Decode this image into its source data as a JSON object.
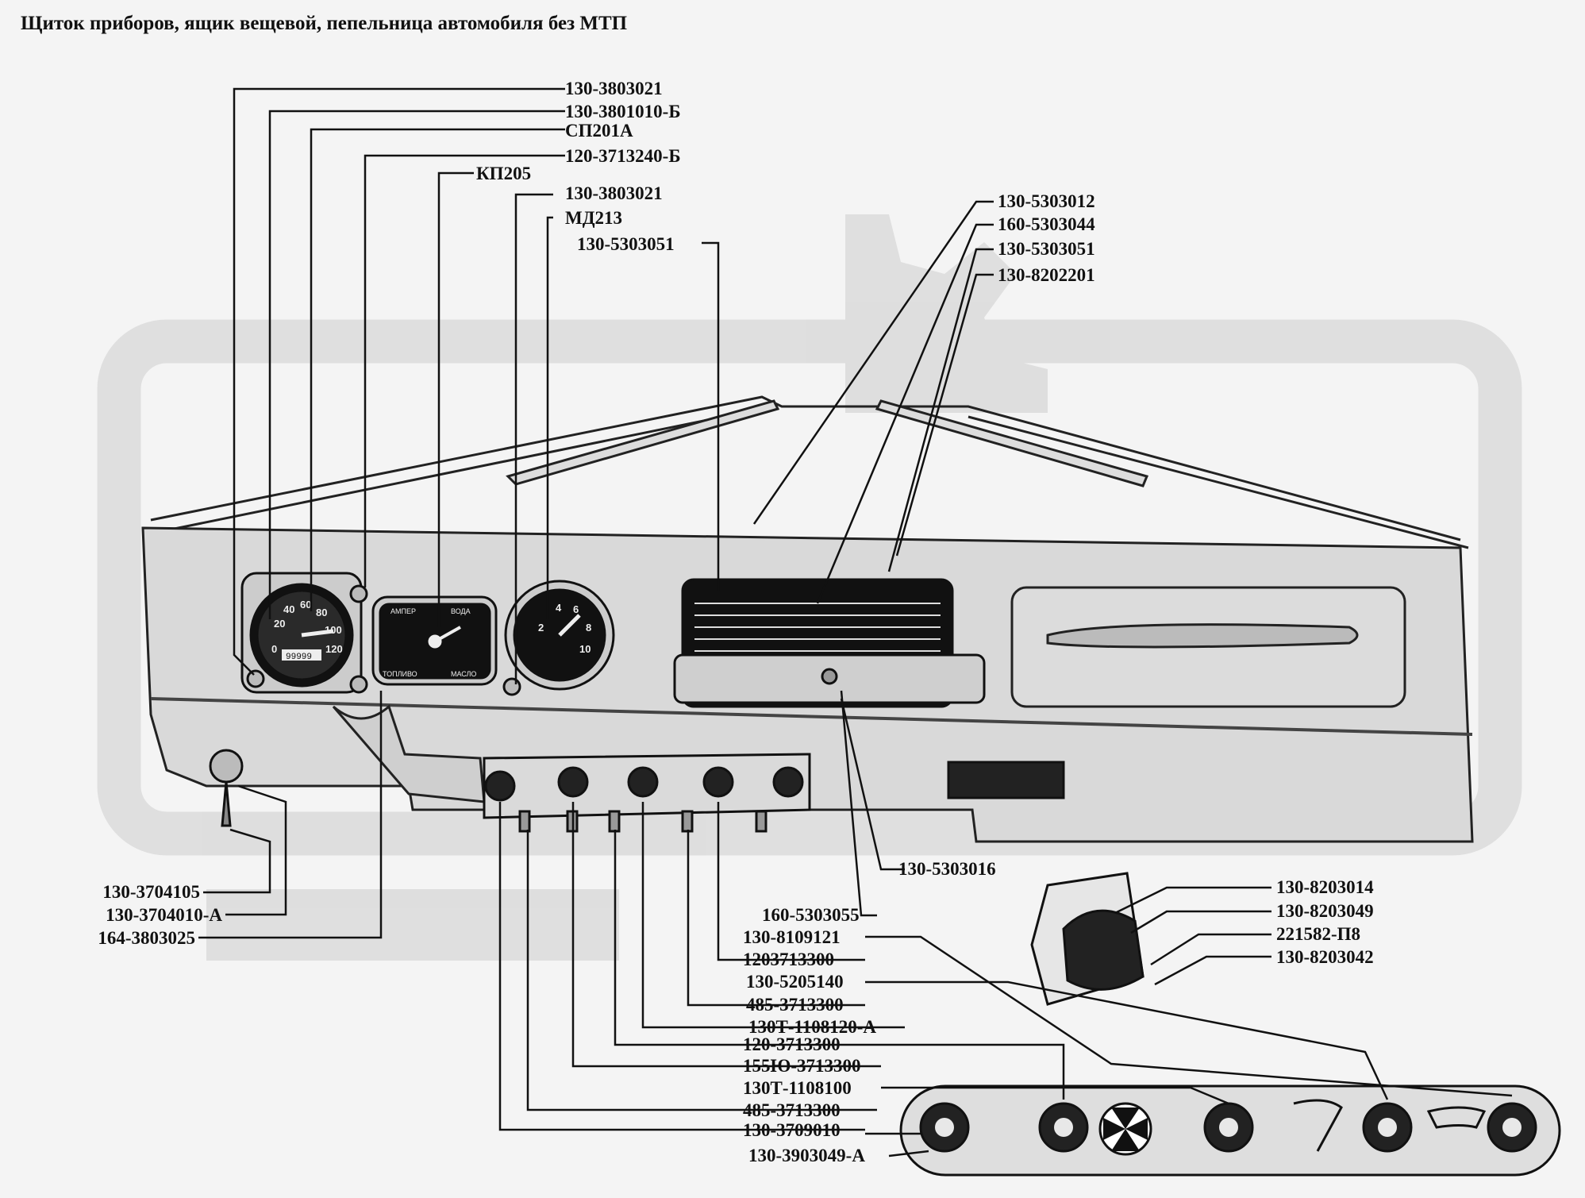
{
  "title": "Щиток приборов, ящик вещевой, пепельница автомобиля без МТП",
  "labels": [
    {
      "text": "130-3803021"
    },
    {
      "text": "130-3801010-Б"
    },
    {
      "text": "СП201А"
    },
    {
      "text": "120-3713240-Б"
    },
    {
      "text": "КП205"
    },
    {
      "text": "130-3803021"
    },
    {
      "text": "МД213"
    },
    {
      "text": "130-5303051"
    },
    {
      "text": "130-5303012"
    },
    {
      "text": "160-5303044"
    },
    {
      "text": "130-5303051"
    },
    {
      "text": "130-8202201"
    },
    {
      "text": "130-5303016"
    },
    {
      "text": "130-8203014"
    },
    {
      "text": "130-8203049"
    },
    {
      "text": "221582-П8"
    },
    {
      "text": "130-8203042"
    },
    {
      "text": "130-3704105"
    },
    {
      "text": "130-3704010-А"
    },
    {
      "text": "164-3803025"
    },
    {
      "text": "160-5303055"
    },
    {
      "text": "130-8109121"
    },
    {
      "text": "1203713300"
    },
    {
      "text": "130-5205140"
    },
    {
      "text": "485-3713300"
    },
    {
      "text": "130Т-1108120-А"
    },
    {
      "text": "120-3713300"
    },
    {
      "text": "155Ю-3713300"
    },
    {
      "text": "130Т-1108100"
    },
    {
      "text": "485-3713300"
    },
    {
      "text": "130-3709010"
    },
    {
      "text": "130-3903049-А"
    }
  ],
  "gauges": {
    "speedometer": {
      "marks": [
        "20",
        "40",
        "60",
        "80",
        "100",
        "120",
        "0"
      ],
      "odometer": "99999"
    },
    "combo": {
      "top_left": "АМПЕР",
      "top_right": "ВОДА",
      "bottom_left": "ТОПЛИВО",
      "bottom_right": "МАСЛО"
    },
    "tachometer": {
      "marks": [
        "2",
        "4",
        "6",
        "8",
        "10"
      ]
    }
  }
}
